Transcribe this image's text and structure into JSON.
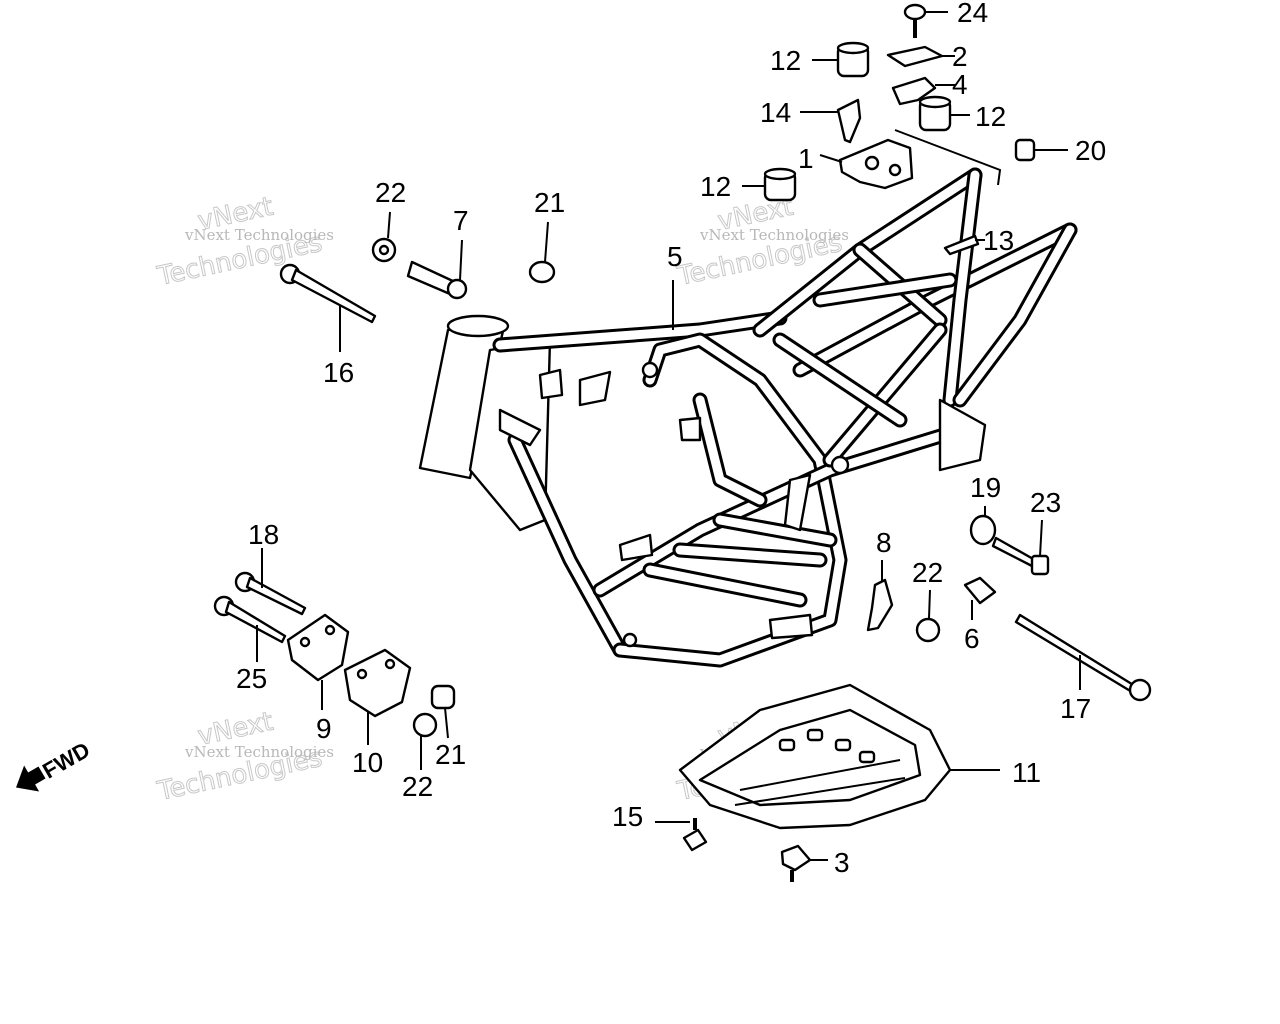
{
  "diagram": {
    "callouts": {
      "c1": "1",
      "c2": "2",
      "c3": "3",
      "c4": "4",
      "c5": "5",
      "c6": "6",
      "c7": "7",
      "c8": "8",
      "c9": "9",
      "c10": "10",
      "c11": "11",
      "c12a": "12",
      "c12b": "12",
      "c12c": "12",
      "c13": "13",
      "c14": "14",
      "c15": "15",
      "c16": "16",
      "c17": "17",
      "c18": "18",
      "c19": "19",
      "c20": "20",
      "c21a": "21",
      "c21b": "21",
      "c22a": "22",
      "c22b": "22",
      "c22c": "22",
      "c23": "23",
      "c24": "24",
      "c25": "25"
    },
    "fwd_label": "FWD",
    "watermark": {
      "small": "vNext Technologies",
      "big_line1": "vNext",
      "big_line2": "Technologies"
    }
  }
}
